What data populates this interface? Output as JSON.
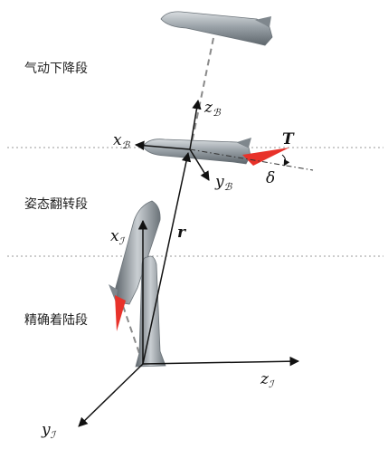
{
  "phases": {
    "aero": "气动下降段",
    "flip": "姿态翻转段",
    "landing": "精确着陆段"
  },
  "body_frame": {
    "x": {
      "main": "x",
      "sub": "ℬ"
    },
    "y": {
      "main": "y",
      "sub": "ℬ"
    },
    "z": {
      "main": "z",
      "sub": "ℬ"
    }
  },
  "inertial_frame": {
    "x": {
      "main": "x",
      "sub": "ℐ"
    },
    "y": {
      "main": "y",
      "sub": "ℐ"
    },
    "z": {
      "main": "z",
      "sub": "ℐ"
    }
  },
  "thrust_label": "T",
  "angle_label": "δ",
  "position_label": "r",
  "colors": {
    "thrust": "#e8322a",
    "rocket": "#8c949a",
    "dashed": "#8a8a8a",
    "axis": "#111111"
  }
}
